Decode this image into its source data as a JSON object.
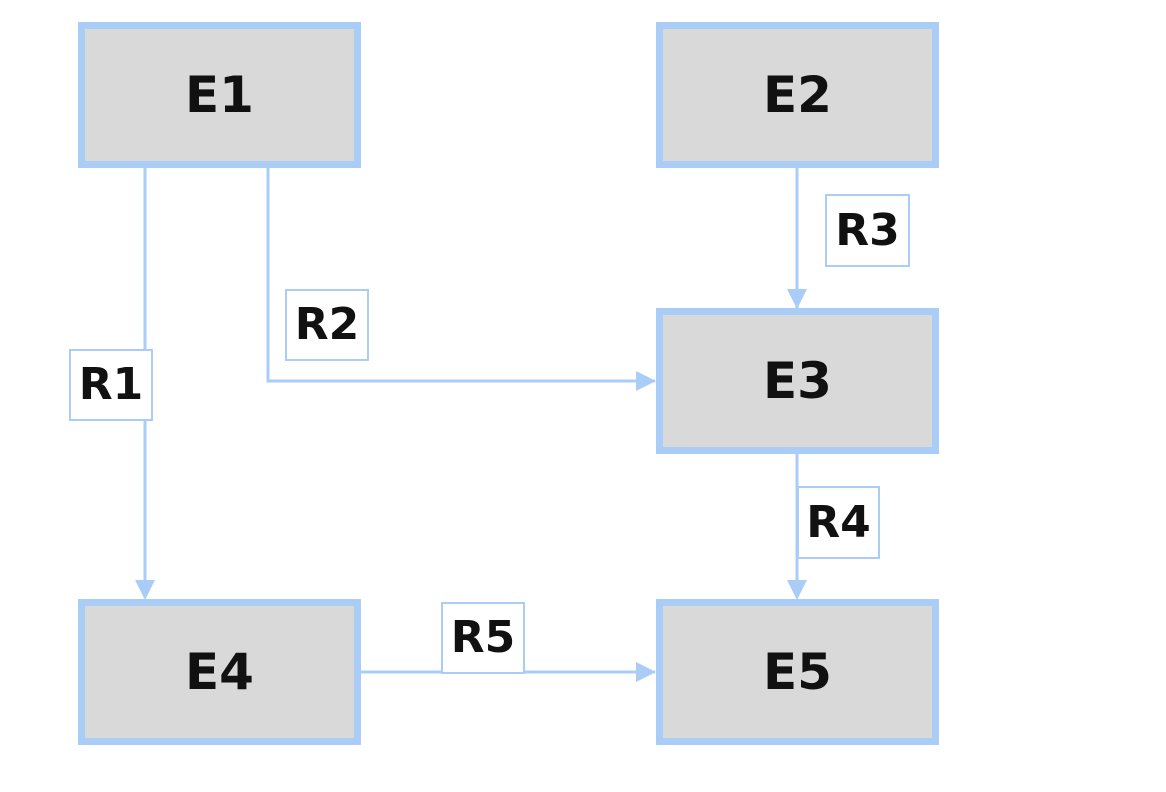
{
  "diagram": {
    "colors": {
      "node_fill": "#d9d9d9",
      "node_border": "#a9cdf7",
      "edge": "#a9cdf7",
      "text": "#111111",
      "background": "#ffffff"
    },
    "nodes": {
      "e1": "E1",
      "e2": "E2",
      "e3": "E3",
      "e4": "E4",
      "e5": "E5"
    },
    "edges": [
      {
        "label": "R1",
        "from": "E1",
        "to": "E4"
      },
      {
        "label": "R2",
        "from": "E1",
        "to": "E3"
      },
      {
        "label": "R3",
        "from": "E2",
        "to": "E3"
      },
      {
        "label": "R4",
        "from": "E3",
        "to": "E5"
      },
      {
        "label": "R5",
        "from": "E4",
        "to": "E5"
      }
    ]
  }
}
